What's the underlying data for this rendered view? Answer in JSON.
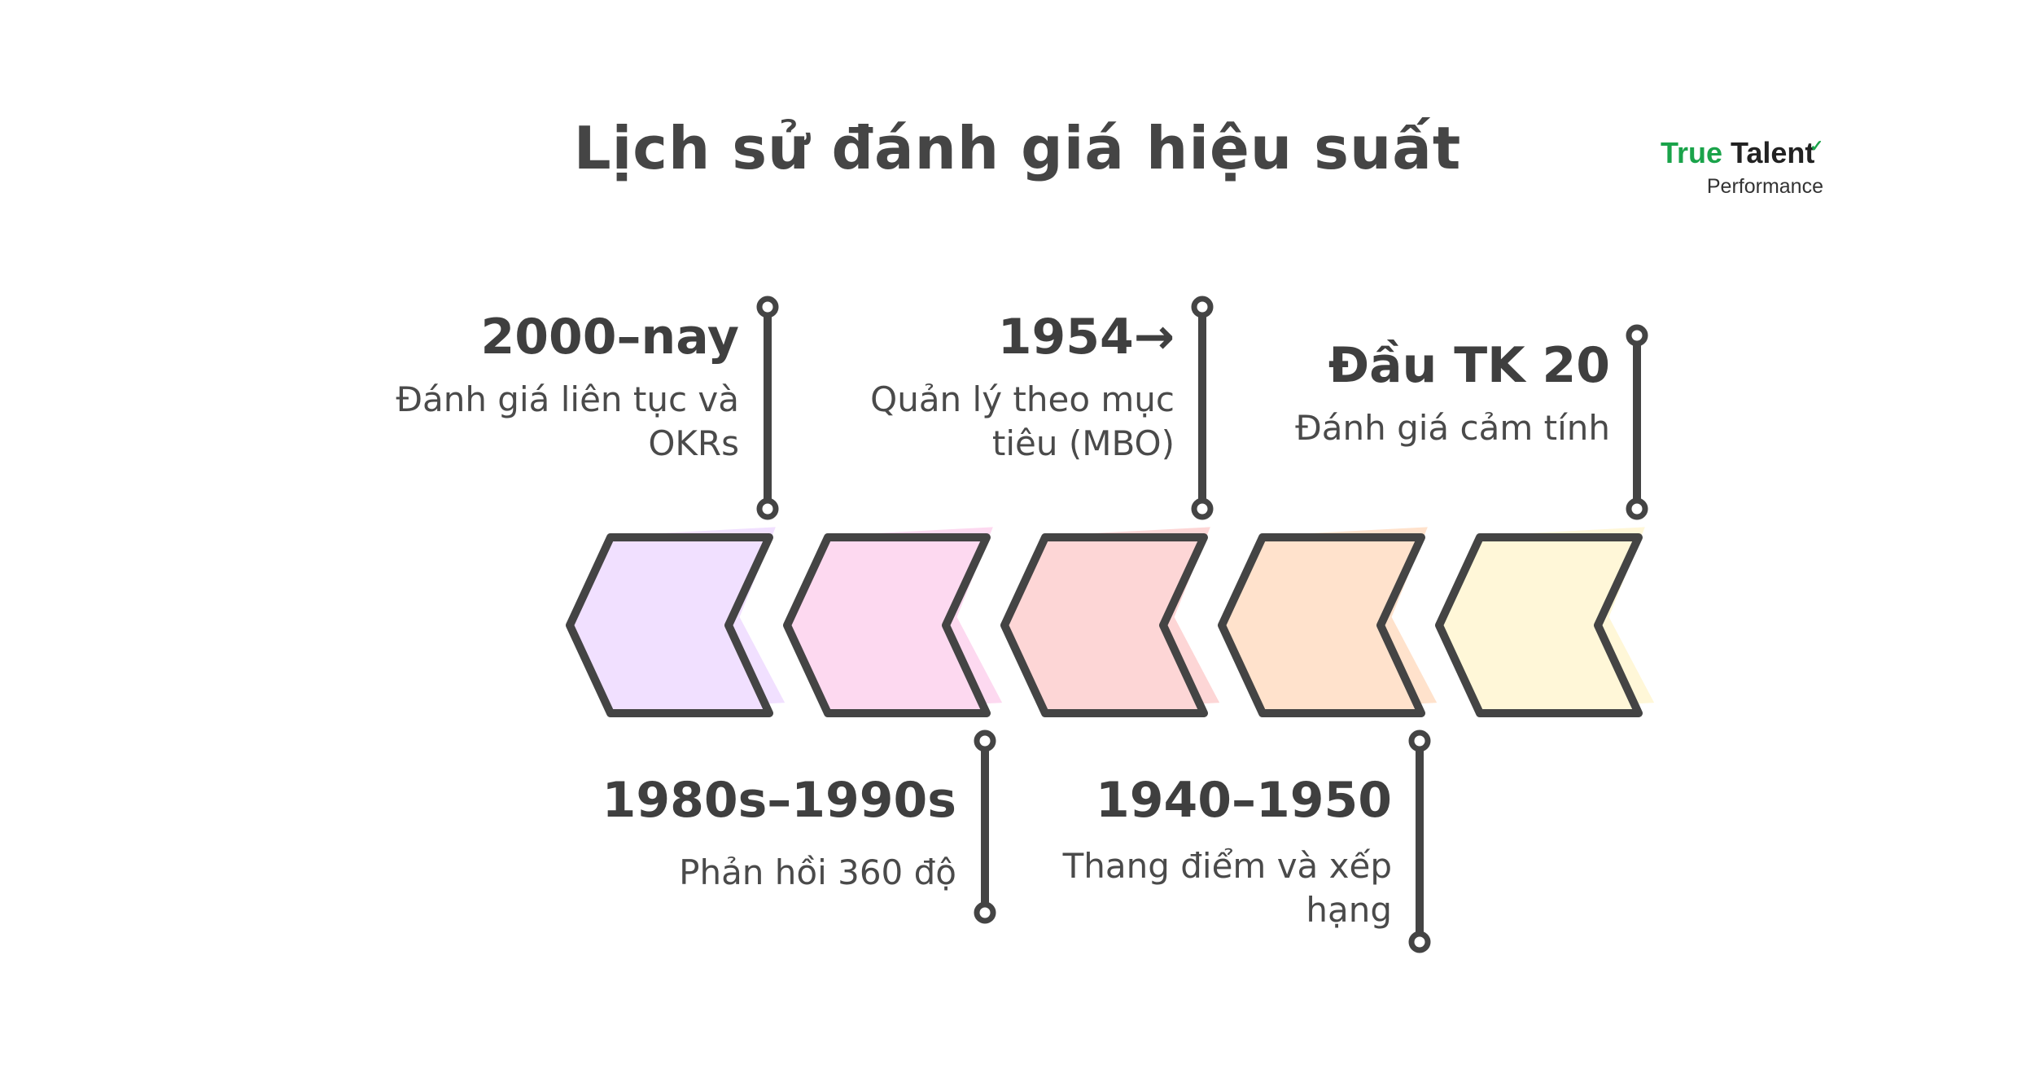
{
  "title": "Lịch sử đánh giá hiệu suất",
  "logo": {
    "brand_green": "True",
    "brand_dark": "Talent",
    "subtitle": "Performance",
    "green": "#1aa34a"
  },
  "stroke_color": "#444444",
  "events": [
    {
      "year": "2000–nay",
      "description": "Đánh giá liên tục và OKRs",
      "color": "#f1e0ff",
      "label_side": "top"
    },
    {
      "year": "1980s–1990s",
      "description": "Phản hồi 360 độ",
      "color": "#fdd9f0",
      "label_side": "bottom"
    },
    {
      "year": "1954→",
      "description": "Quản lý theo mục tiêu (MBO)",
      "color": "#fdd6d6",
      "label_side": "top"
    },
    {
      "year": "1940–1950",
      "description": "Thang điểm và xếp hạng",
      "color": "#ffe2cc",
      "label_side": "bottom"
    },
    {
      "year": "Đầu TK 20",
      "description": "Đánh giá cảm tính",
      "color": "#fff7d8",
      "label_side": "top"
    }
  ]
}
